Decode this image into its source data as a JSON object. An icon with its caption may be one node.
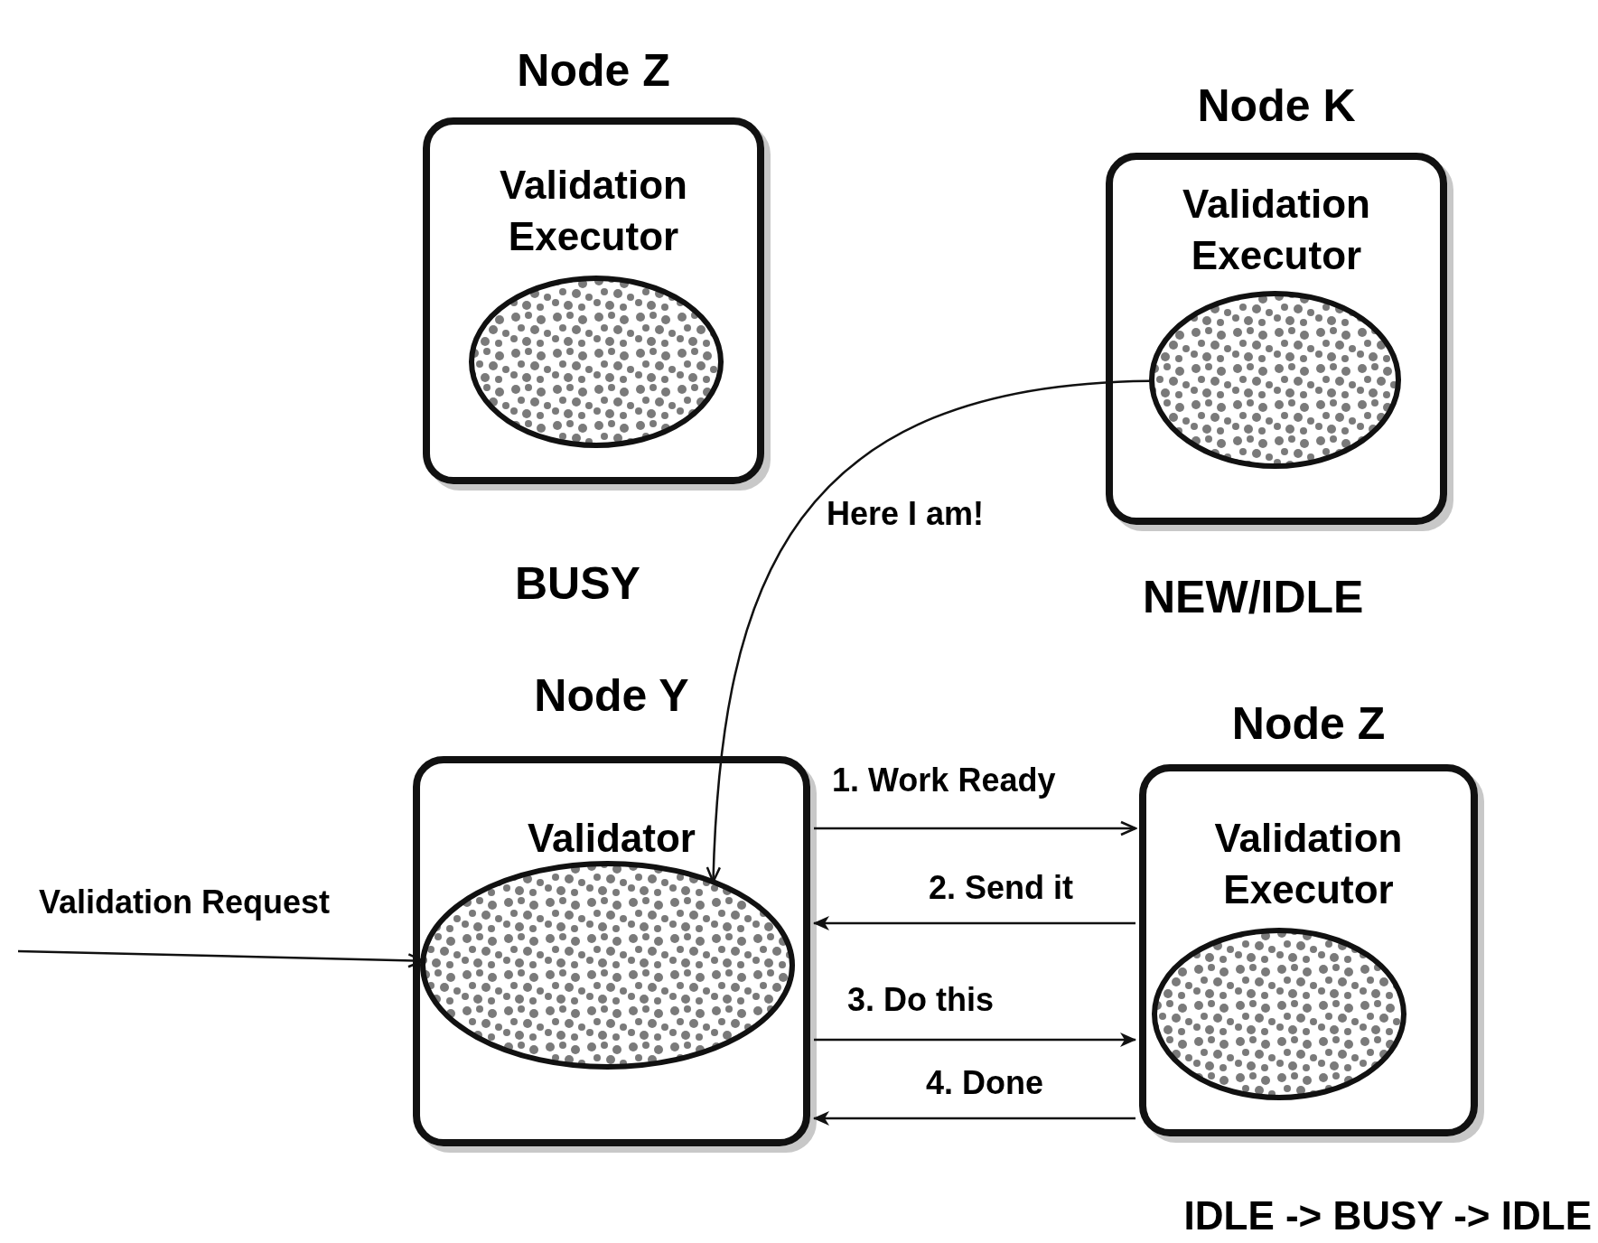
{
  "diagram": {
    "nodes": [
      {
        "text": [
          "Node Z",
          "Validation Executor"
        ],
        "beside": [
          "BUSY"
        ]
      },
      {
        "text": [],
        "shape": "ellipse",
        "in": 0
      },
      {
        "text": [
          "Node K",
          "Validation Executor"
        ],
        "beside": [
          "NEW/IDLE"
        ]
      },
      {
        "text": [],
        "shape": "ellipse",
        "in": 2
      },
      {
        "text": [
          "Node Y",
          "Validator"
        ]
      },
      {
        "text": [],
        "shape": "ellipse",
        "in": 4
      },
      {
        "text": [
          "Node Z",
          "Validation Executor"
        ],
        "beside": [
          "IDLE -> BUSY -> IDLE"
        ]
      },
      {
        "text": [],
        "shape": "ellipse",
        "in": 6
      }
    ],
    "edges": [
      {
        "from": null,
        "to": 5,
        "arrow": "to",
        "label": "Validation Request"
      },
      {
        "from": 3,
        "to": 5,
        "arrow": "to",
        "label": "Here I am!"
      },
      {
        "from": 4,
        "to": 6,
        "arrow": "to",
        "label": "1. Work Ready"
      },
      {
        "from": 6,
        "to": 4,
        "arrow": "to",
        "label": "2. Send it"
      },
      {
        "from": 4,
        "to": 6,
        "arrow": "to",
        "label": "3. Do this"
      },
      {
        "from": 6,
        "to": 4,
        "arrow": "to",
        "label": "4. Done"
      }
    ]
  }
}
